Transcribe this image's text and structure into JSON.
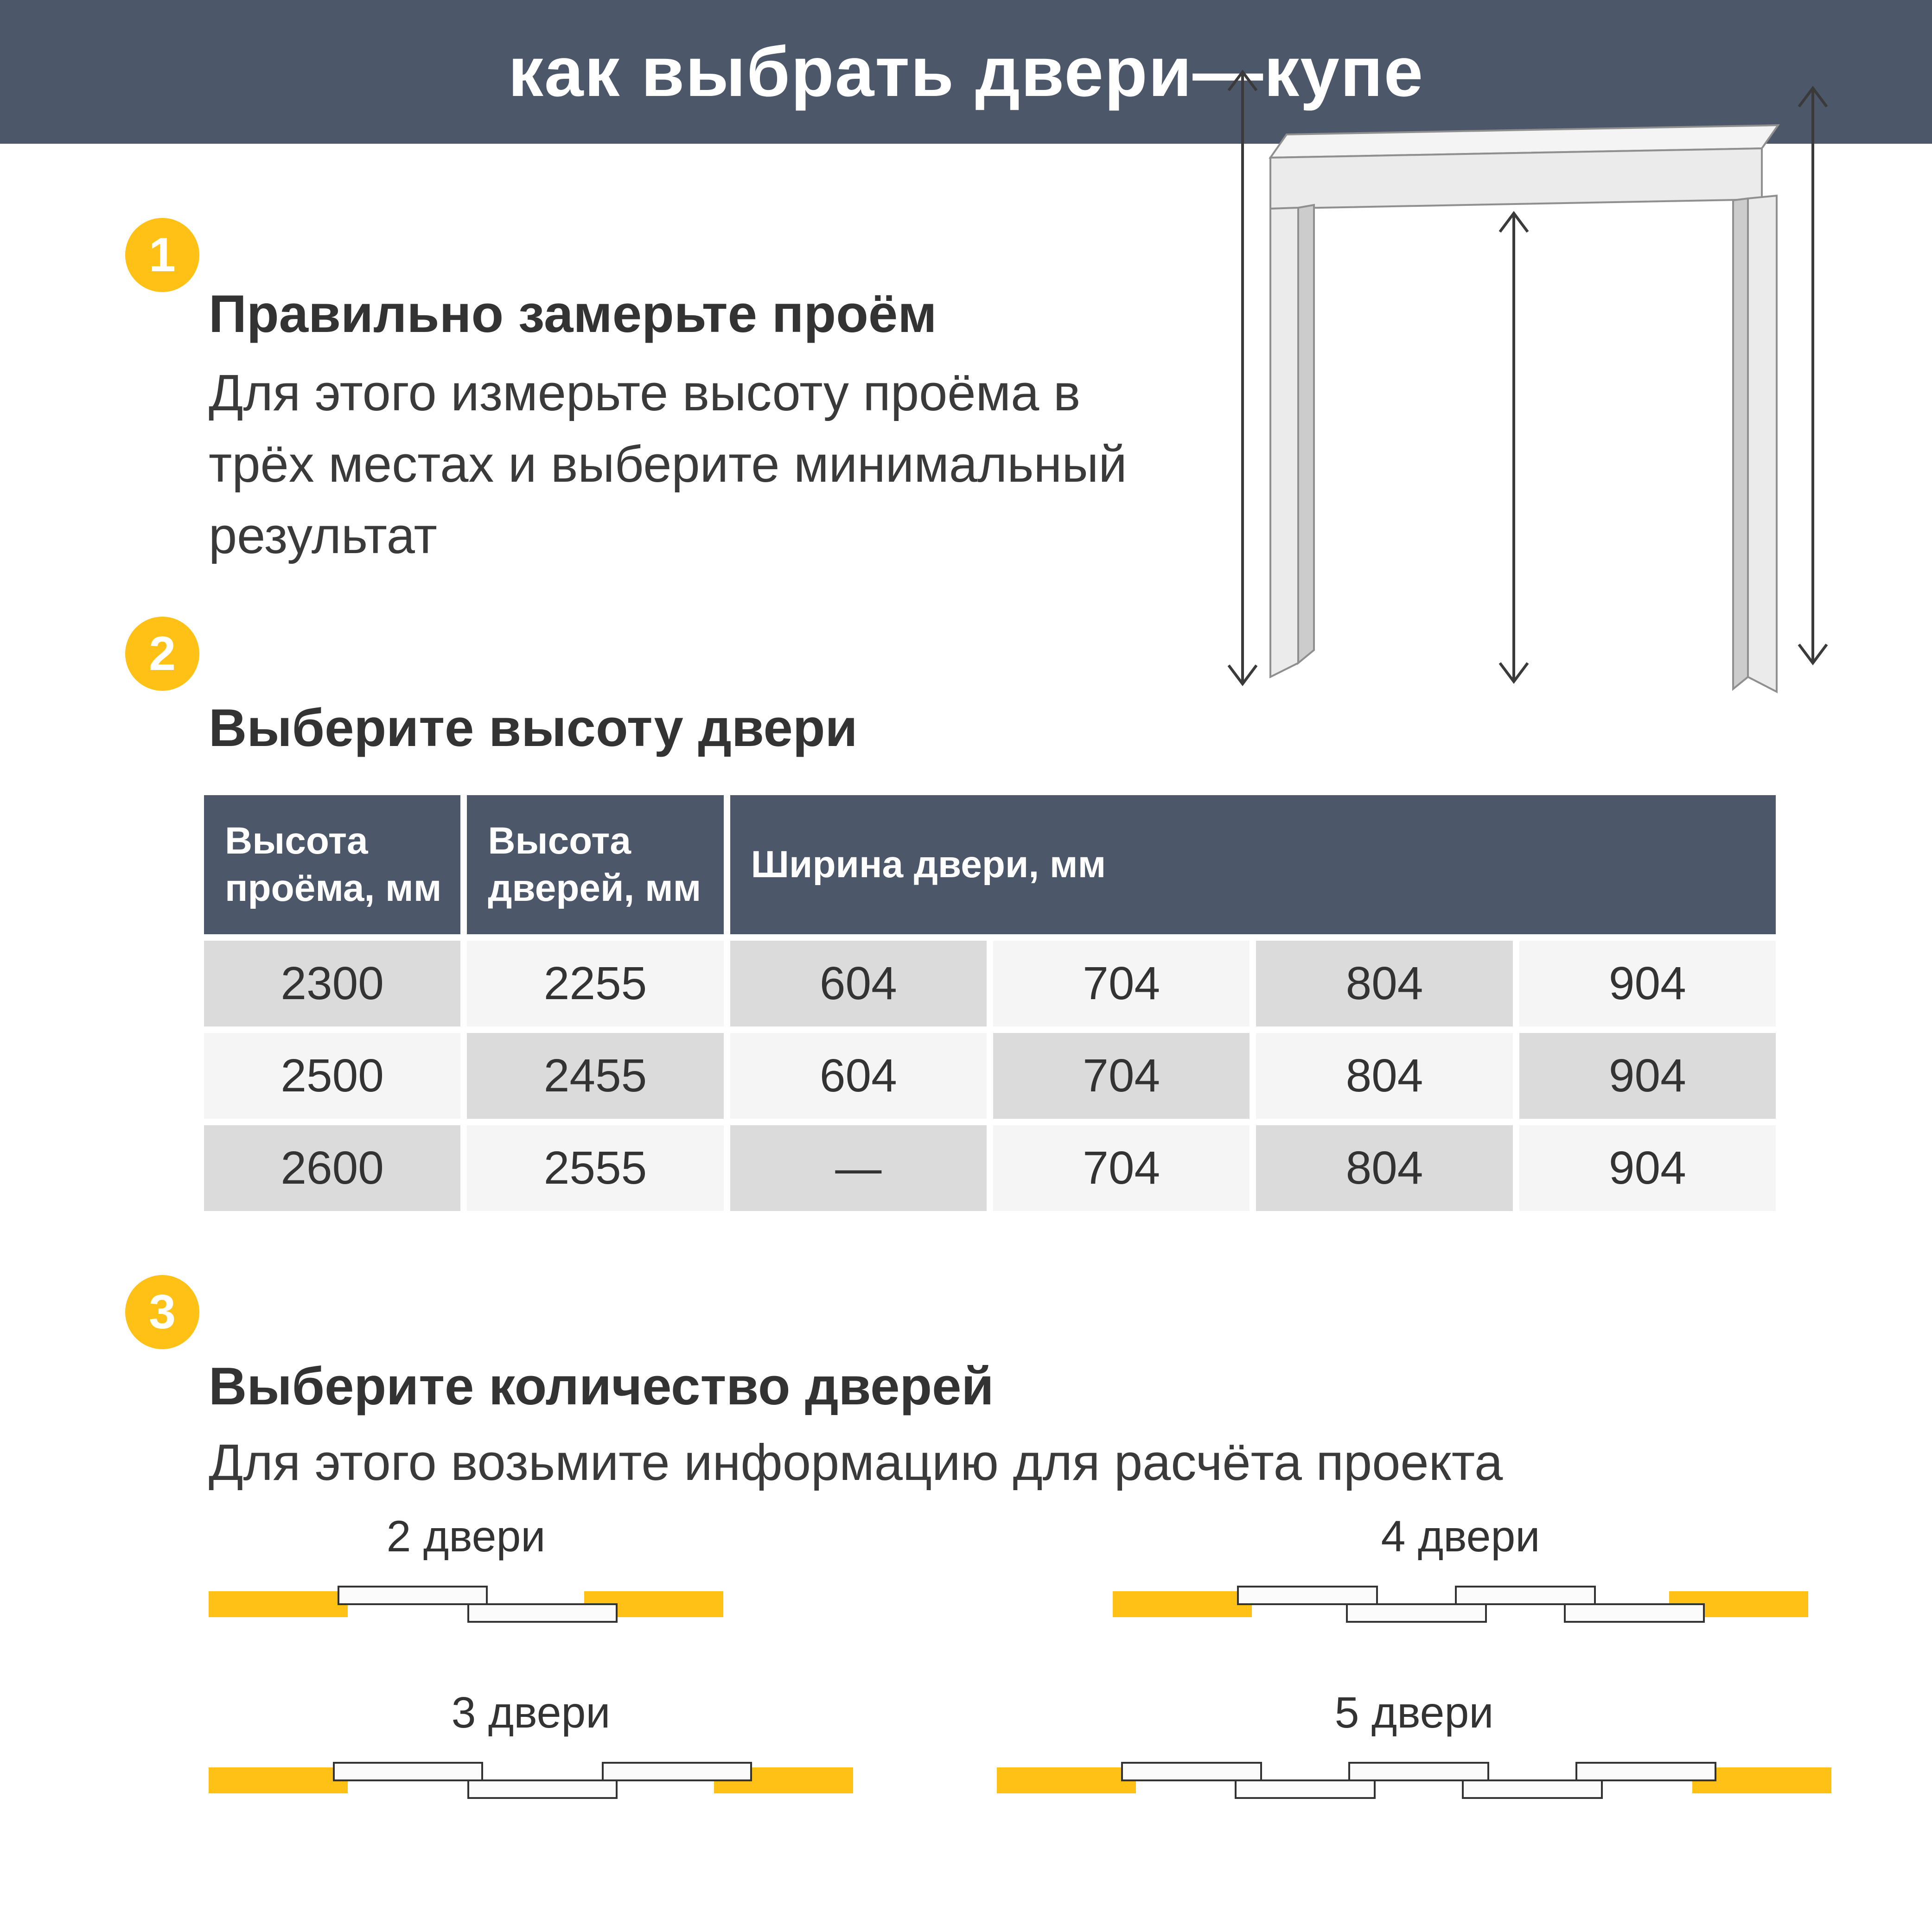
{
  "title_bar": {
    "title": "как выбрать двери—купе"
  },
  "steps": {
    "one": {
      "number": "1",
      "heading": "Правильно замерьте проём",
      "body": "Для этого измерьте высоту проёма в трёх местах и выберите минимальный результат"
    },
    "two": {
      "number": "2",
      "heading": "Выберите высоту двери"
    },
    "three": {
      "number": "3",
      "heading": "Выберите количество дверей",
      "body": "Для этого возьмите информацию для расчёта проекта"
    }
  },
  "table": {
    "headers": {
      "opening_height": "Высота проёма, мм",
      "door_height": "Высота дверей, мм",
      "door_width": "Ширина двери, мм"
    },
    "rows": [
      [
        "2300",
        "2255",
        "604",
        "704",
        "804",
        "904"
      ],
      [
        "2500",
        "2455",
        "604",
        "704",
        "804",
        "904"
      ],
      [
        "2600",
        "2555",
        "—",
        "704",
        "804",
        "904"
      ]
    ]
  },
  "diagrams": {
    "doors2": "2 двери",
    "doors3": "3 двери",
    "doors4": "4 двери",
    "doors5": "5 двери"
  },
  "colors": {
    "header_bg": "#4C5869",
    "accent_yellow": "#FFC115",
    "cell_dark": "#DBDBDB",
    "cell_light": "#F5F5F5",
    "text": "#333333"
  }
}
